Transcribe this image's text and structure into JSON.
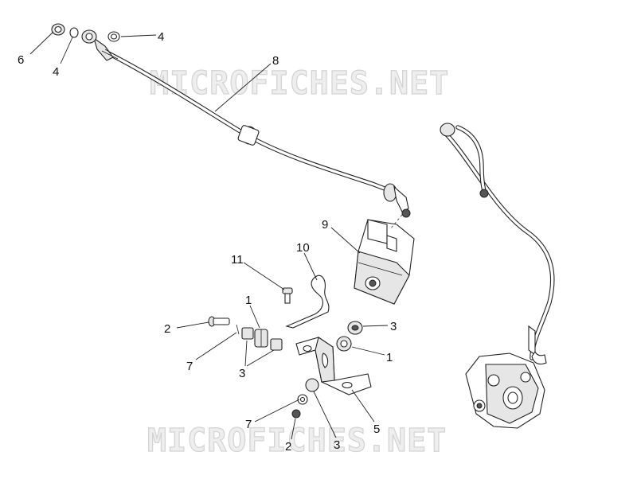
{
  "watermark": {
    "top": "MICROFICHES.NET",
    "bottom": "MICROFICHES.NET"
  },
  "callouts": [
    {
      "id": "c6",
      "label": "6"
    },
    {
      "id": "c4a",
      "label": "4"
    },
    {
      "id": "c4b",
      "label": "4"
    },
    {
      "id": "c8",
      "label": "8"
    },
    {
      "id": "c9",
      "label": "9"
    },
    {
      "id": "c10",
      "label": "10"
    },
    {
      "id": "c11",
      "label": "11"
    },
    {
      "id": "c1a",
      "label": "1"
    },
    {
      "id": "c2a",
      "label": "2"
    },
    {
      "id": "c7a",
      "label": "7"
    },
    {
      "id": "c3a",
      "label": "3"
    },
    {
      "id": "c3b",
      "label": "3"
    },
    {
      "id": "c1b",
      "label": "1"
    },
    {
      "id": "c5",
      "label": "5"
    },
    {
      "id": "c7b",
      "label": "7"
    },
    {
      "id": "c2b",
      "label": "2"
    },
    {
      "id": "c3c",
      "label": "3"
    }
  ]
}
